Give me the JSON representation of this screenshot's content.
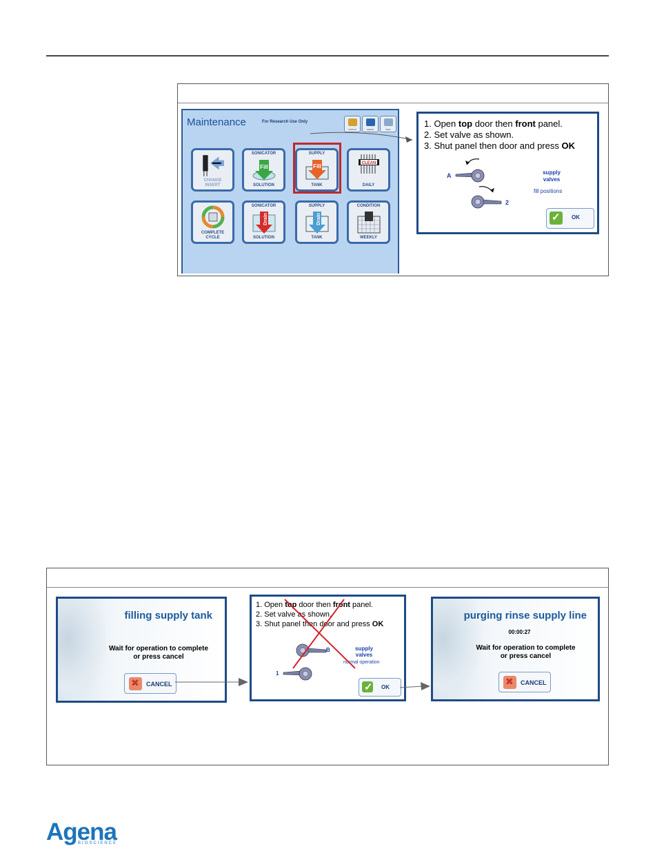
{
  "maintenance": {
    "title": "Maintenance",
    "subtitle": "For Research Use Only",
    "top_buttons": [
      "STATUS",
      "CHECK",
      "TOOL"
    ],
    "tiles": [
      {
        "top": "",
        "bottom": "CHANGE\nINSERT",
        "art": "insert"
      },
      {
        "top": "SONICATOR",
        "bottom": "SOLUTION",
        "art": "fill-green",
        "word": "Fill"
      },
      {
        "top": "SUPPLY",
        "bottom": "TANK",
        "art": "fill-orange",
        "word": "Fill"
      },
      {
        "top": "",
        "bottom": "DAILY",
        "art": "clean",
        "word": "CLEAN"
      },
      {
        "top": "",
        "bottom": "COMPLETE\nCYCLE",
        "art": "cycle"
      },
      {
        "top": "SONICATOR",
        "bottom": "SOLUTION",
        "art": "drain-red",
        "word": "Drain"
      },
      {
        "top": "SUPPLY",
        "bottom": "TANK",
        "art": "drain-blue",
        "word": "Drain"
      },
      {
        "top": "CONDITION",
        "bottom": "WEEKLY",
        "art": "grid"
      }
    ]
  },
  "dialog1": {
    "step1_pre": "1.  Open ",
    "step1_b1": "top",
    "step1_mid": " door then ",
    "step1_b2": "front",
    "step1_post": " panel.",
    "step2": "2.  Set valve as shown.",
    "step3_pre": "3.  Shut panel then door and press ",
    "step3_b": "OK",
    "valve_a": "A",
    "valve_2": "2",
    "supply_valves": "supply\nvalves",
    "positions": "fill positions",
    "ok": "OK"
  },
  "panel_fill": {
    "title": "filling supply tank",
    "msg_line1": "Wait for operation to complete",
    "msg_line2": "or press cancel",
    "cancel": "CANCEL"
  },
  "dialog2": {
    "step1_pre": "1.  Open ",
    "step1_b1": "top",
    "step1_mid": " door then ",
    "step1_b2": "front",
    "step1_post": " panel.",
    "step2": "2.  Set valve as shown.",
    "step3_pre": "3.  Shut panel then door and press ",
    "step3_b": "OK",
    "valve_b": "B",
    "valve_1": "1",
    "supply_valves": "supply\nvalves",
    "positions": "normal operation",
    "ok": "OK"
  },
  "panel_purge": {
    "title": "purging rinse supply line",
    "timer": "00:00:27",
    "msg_line1": "Wait for operation to complete",
    "msg_line2": "or press cancel",
    "cancel": "CANCEL"
  },
  "logo": {
    "word": "Agena",
    "sub": "BIOSCIENCE"
  },
  "colors": {
    "frame_blue": "#1e4a85",
    "highlight_red": "#c0282b",
    "screen_blue": "#b8d4f0",
    "logo_blue": "#1d74bb"
  }
}
